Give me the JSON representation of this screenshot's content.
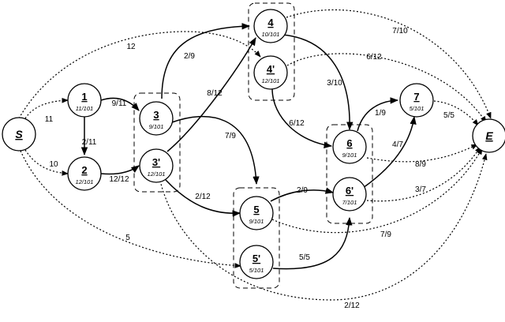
{
  "nodes": {
    "S": {
      "name": "S"
    },
    "E": {
      "name": "E"
    },
    "n1": {
      "name": "1",
      "sub": "11/101"
    },
    "n2": {
      "name": "2",
      "sub": "12/101"
    },
    "n3": {
      "name": "3",
      "sub": "9/101"
    },
    "n3p": {
      "name": "3'",
      "sub": "12/101"
    },
    "n4": {
      "name": "4",
      "sub": "10/101"
    },
    "n4p": {
      "name": "4'",
      "sub": "12/101"
    },
    "n5": {
      "name": "5",
      "sub": "9/101"
    },
    "n5p": {
      "name": "5'",
      "sub": "5/101"
    },
    "n6": {
      "name": "6",
      "sub": "9/101"
    },
    "n6p": {
      "name": "6'",
      "sub": "7/101"
    },
    "n7": {
      "name": "7",
      "sub": "5/101"
    }
  },
  "edges": {
    "S_1": "11",
    "S_2": "10",
    "S_4p": "12",
    "S_5p": "5",
    "n1_n2": "2/11",
    "n1_n3": "9/11",
    "n2_n3p": "12/12",
    "n3_n4": "2/9",
    "n3_n5": "7/9",
    "n3p_n4": "8/12",
    "n3p_n5": "2/12",
    "n3p_E": "2/12",
    "n4_n6": "3/10",
    "n4_E": "7/10",
    "n4p_n6": "6/12",
    "n4p_E": "6/12",
    "n5_n6p": "2/9",
    "n5_E": "7/9",
    "n5p_n6p": "5/5",
    "n6_n7": "1/9",
    "n6_E": "8/9",
    "n6p_n7": "4/7",
    "n6p_E": "3/7",
    "n7_E": "5/5"
  }
}
